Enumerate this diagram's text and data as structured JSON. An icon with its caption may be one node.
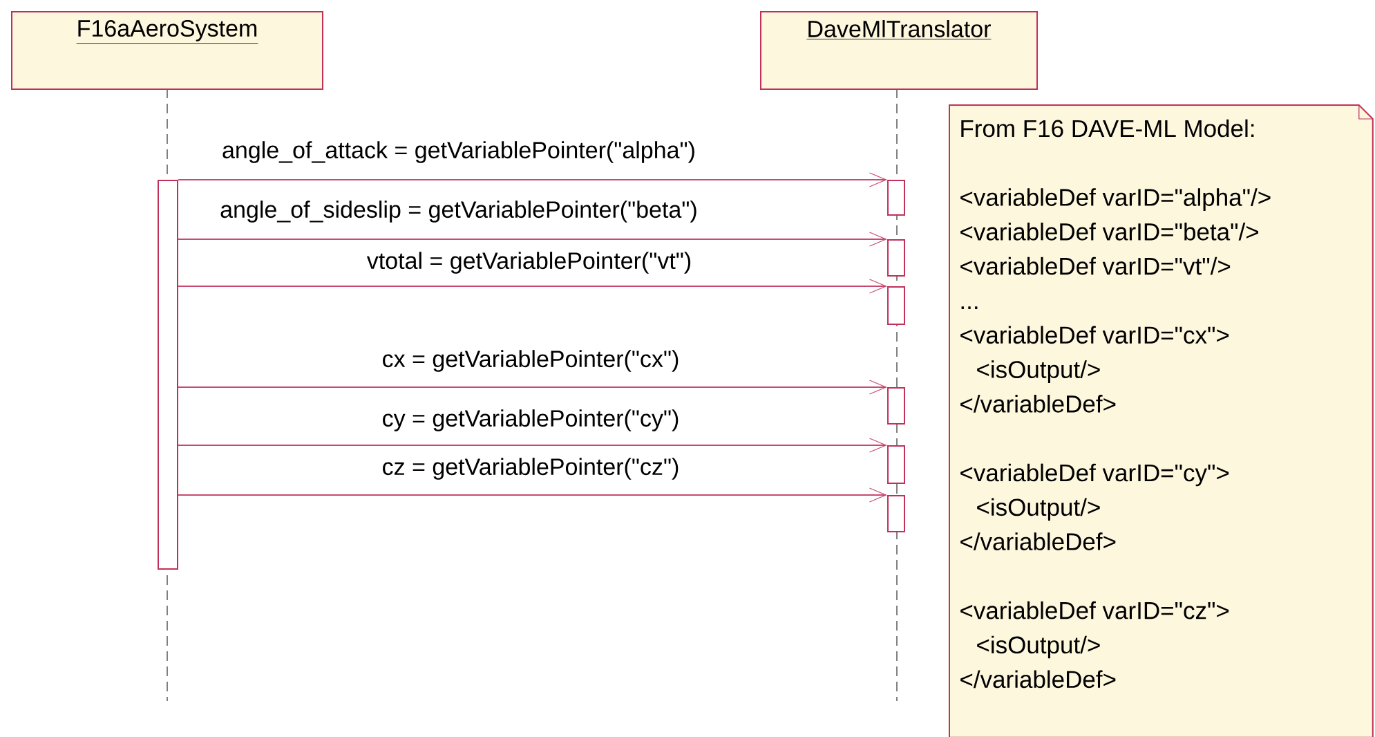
{
  "diagram": {
    "nodes": [
      {
        "text": [
          "F16aAeroSystem"
        ]
      },
      {
        "text": [
          "DaveMlTranslator"
        ]
      },
      {
        "text": [
          "From F16 DAVE-ML Model:",
          "<variableDef varID=\"alpha\"/>",
          "<variableDef varID=\"beta\"/>",
          "<variableDef varID=\"vt\"/>",
          "...",
          "<variableDef varID=\"cx\">",
          "<isOutput/>",
          "</variableDef>",
          "<variableDef varID=\"cy\">",
          "<isOutput/>",
          "</variableDef>",
          "<variableDef varID=\"cz\">",
          "<isOutput/>",
          "</variableDef>"
        ]
      },
      {
        "text": [],
        "shape": "bar"
      },
      {
        "text": [],
        "shape": "bar"
      },
      {
        "text": [],
        "shape": "bar"
      },
      {
        "text": [],
        "shape": "bar"
      },
      {
        "text": [],
        "shape": "bar"
      },
      {
        "text": [],
        "shape": "bar"
      },
      {
        "text": [],
        "shape": "bar"
      }
    ],
    "edges": [
      {
        "from": 3,
        "to": 4,
        "arrow": "to",
        "label": "angle_of_attack = getVariablePointer(\"alpha\")"
      },
      {
        "from": 3,
        "to": 5,
        "arrow": "to",
        "label": "angle_of_sideslip = getVariablePointer(\"beta\")"
      },
      {
        "from": 3,
        "to": 6,
        "arrow": "to",
        "label": "vtotal = getVariablePointer(\"vt\")"
      },
      {
        "from": 3,
        "to": 7,
        "arrow": "to",
        "label": "cx = getVariablePointer(\"cx\")"
      },
      {
        "from": 3,
        "to": 8,
        "arrow": "to",
        "label": "cy = getVariablePointer(\"cy\")"
      },
      {
        "from": 3,
        "to": 9,
        "arrow": "to",
        "label": "cz = getVariablePointer(\"cz\")"
      }
    ]
  }
}
